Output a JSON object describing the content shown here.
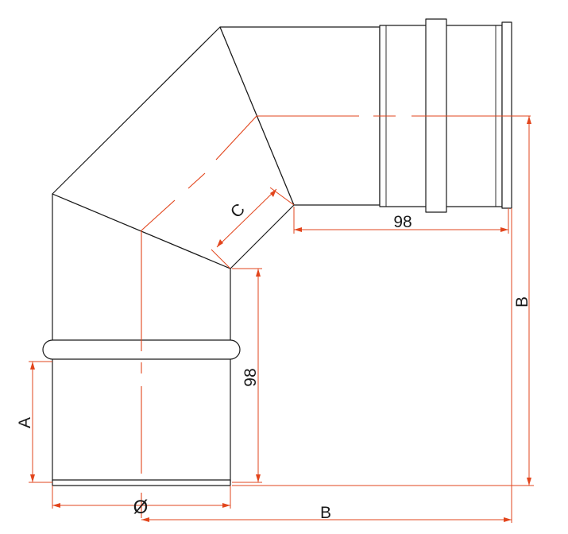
{
  "labels": {
    "top_length": "98",
    "left_length": "98",
    "c": "C",
    "b_vertical": "B",
    "b_horizontal": "B",
    "a": "A",
    "diameter": "Ø"
  },
  "colors": {
    "outline": "#1a1a1a",
    "dimension": "#e2451c"
  }
}
